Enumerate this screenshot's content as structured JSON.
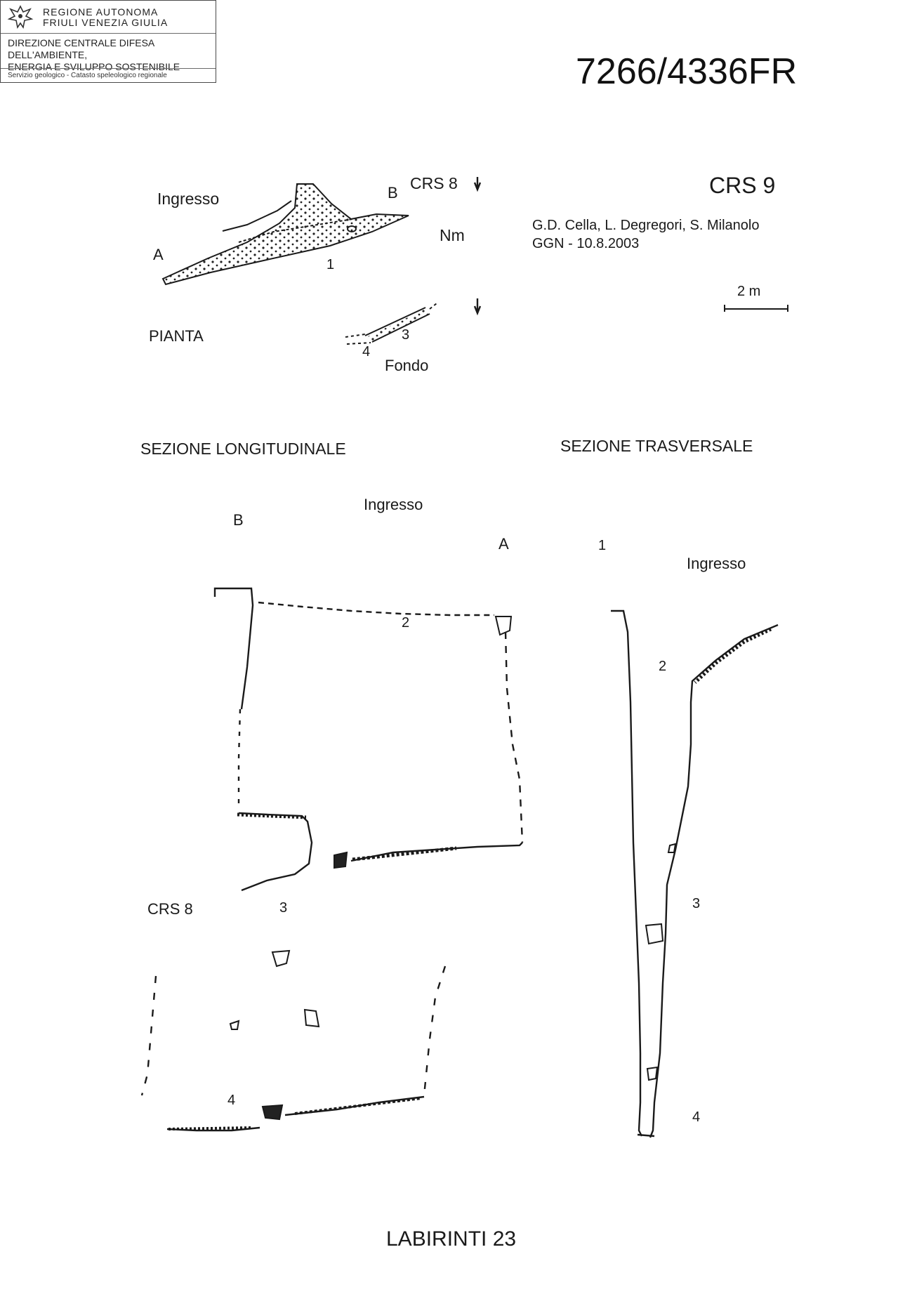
{
  "header": {
    "org_line1": "REGIONE AUTONOMA",
    "org_line2": "FRIULI VENEZIA GIULIA",
    "directorate_line1": "DIREZIONE CENTRALE DIFESA DELL'AMBIENTE,",
    "directorate_line2": "ENERGIA E SVILUPPO SOSTENIBILE",
    "service": "Servizio geologico - Catasto speleologico regionale"
  },
  "cave_code": "7266/4336FR",
  "plan": {
    "cave_name": "CRS 9",
    "authors": "G.D. Cella, L. Degregori, S. Milanolo",
    "survey_date": "GGN - 10.8.2003",
    "scale_label": "2 m",
    "north_label": "Nm",
    "view_label": "PIANTA",
    "entrance_label": "Ingresso",
    "neighbor_label": "CRS 8",
    "point_a": "A",
    "point_b": "B",
    "station_1": "1",
    "station_3": "3",
    "station_4": "4",
    "bottom_label": "Fondo"
  },
  "longitudinal": {
    "title": "SEZIONE LONGITUDINALE",
    "entrance_label": "Ingresso",
    "point_b": "B",
    "point_a": "A",
    "station_2": "2",
    "station_3": "3",
    "station_4": "4",
    "neighbor_label": "CRS 8"
  },
  "transversal": {
    "title": "SEZIONE TRASVERSALE",
    "entrance_label": "Ingresso",
    "station_1": "1",
    "station_2": "2",
    "station_3": "3",
    "station_4": "4"
  },
  "footer": "LABIRINTI 23"
}
